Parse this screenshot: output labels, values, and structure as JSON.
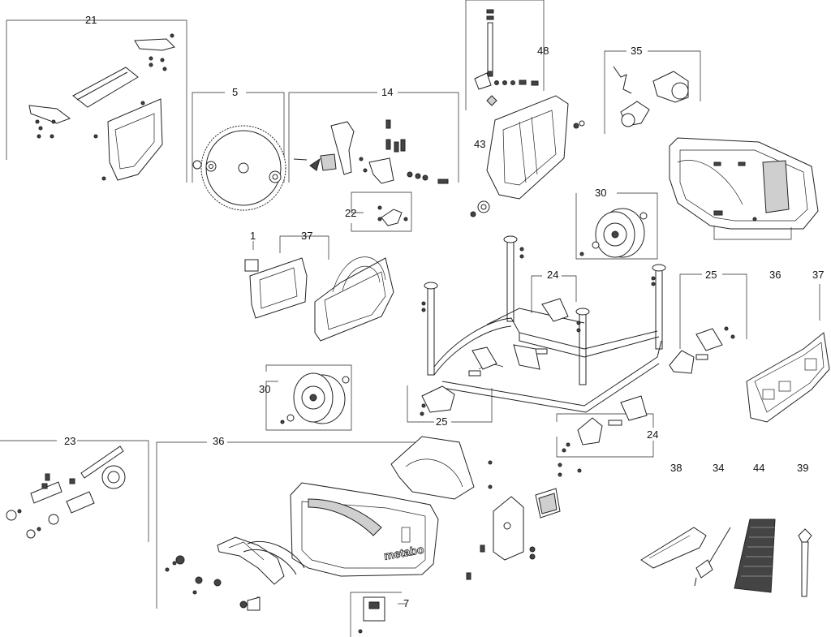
{
  "diagram": {
    "labels": {
      "l21": "21",
      "l5": "5",
      "l14": "14",
      "l48": "48",
      "l35": "35",
      "l43": "43",
      "l22": "22",
      "l30a": "30",
      "l1": "1",
      "l37a": "37",
      "l36a": "36",
      "l37b": "37",
      "l24a": "24",
      "l25a": "25",
      "l30b": "30",
      "l25b": "25",
      "l24b": "24",
      "l23": "23",
      "l36b": "36",
      "l38": "38",
      "l34": "34",
      "l44": "44",
      "l39": "39",
      "l7": "7"
    },
    "brand": "metabo"
  }
}
